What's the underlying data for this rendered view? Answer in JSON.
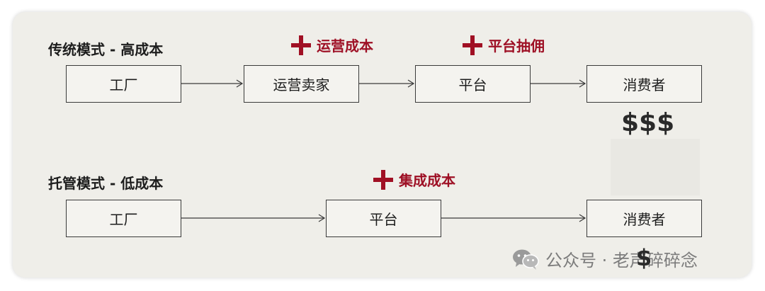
{
  "traditional": {
    "title": "传统模式 - 高成本",
    "nodes": [
      "工厂",
      "运营卖家",
      "平台",
      "消费者"
    ],
    "costs": [
      "运营成本",
      "平台抽佣"
    ],
    "price": "$$$"
  },
  "hosted": {
    "title": "托管模式 - 低成本",
    "nodes": [
      "工厂",
      "平台",
      "消费者"
    ],
    "costs": [
      "集成成本"
    ],
    "price": "$"
  },
  "watermark": {
    "text": "公众号 · 老声碎碎念",
    "icon": "wechat-icon"
  },
  "colors": {
    "accent": "#a01024",
    "card_bg": "#efeee9",
    "border": "#3a3a3a"
  }
}
